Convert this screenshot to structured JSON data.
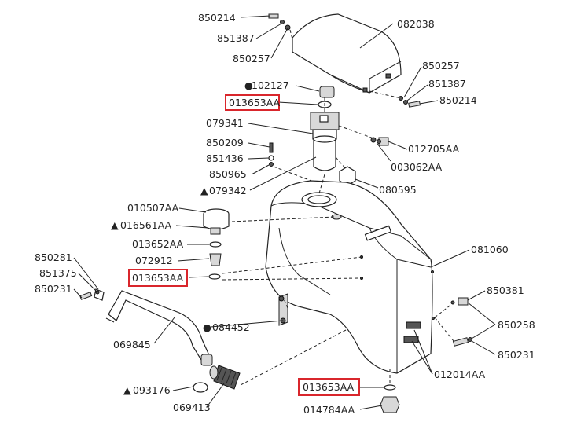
{
  "labels": {
    "850214_top": "850214",
    "851387_top": "851387",
    "850257_top": "850257",
    "082038": "082038",
    "850257_r": "850257",
    "851387_r": "851387",
    "850214_r": "850214",
    "102127": "102127",
    "013653AA_1": "013653AA",
    "079341": "079341",
    "850209": "850209",
    "851436": "851436",
    "850965": "850965",
    "079342": "079342",
    "012705AA": "012705AA",
    "003062AA": "003062AA",
    "080595": "080595",
    "010507AA": "010507AA",
    "016561AA": "016561AA",
    "013652AA": "013652AA",
    "072912": "072912",
    "013653AA_2": "013653AA",
    "850281": "850281",
    "851375": "851375",
    "850231_l": "850231",
    "081060": "081060",
    "850381": "850381",
    "850258": "850258",
    "850231_r": "850231",
    "084452": "084452",
    "069845": "069845",
    "012014AA": "012014AA",
    "093176": "093176",
    "069413": "069413",
    "013653AA_3": "013653AA",
    "014784AA": "014784AA"
  },
  "markers": {
    "circle": "●",
    "triangle": "▲"
  },
  "highlight_color": "#d9262c"
}
